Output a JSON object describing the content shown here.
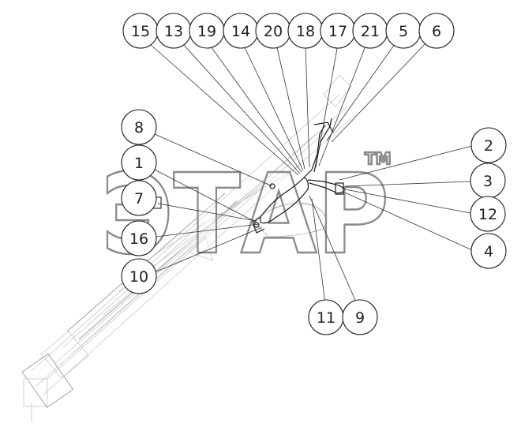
{
  "callouts": [
    {
      "id": "15",
      "label": "15"
    },
    {
      "id": "13",
      "label": "13"
    },
    {
      "id": "19",
      "label": "19"
    },
    {
      "id": "14",
      "label": "14"
    },
    {
      "id": "20",
      "label": "20"
    },
    {
      "id": "18",
      "label": "18"
    },
    {
      "id": "17",
      "label": "17"
    },
    {
      "id": "21",
      "label": "21"
    },
    {
      "id": "5",
      "label": "5"
    },
    {
      "id": "6",
      "label": "6"
    },
    {
      "id": "8",
      "label": "8"
    },
    {
      "id": "1",
      "label": "1"
    },
    {
      "id": "7",
      "label": "7"
    },
    {
      "id": "16",
      "label": "16"
    },
    {
      "id": "10",
      "label": "10"
    },
    {
      "id": "2",
      "label": "2"
    },
    {
      "id": "3",
      "label": "3"
    },
    {
      "id": "12",
      "label": "12"
    },
    {
      "id": "4",
      "label": "4"
    },
    {
      "id": "11",
      "label": "11"
    },
    {
      "id": "9",
      "label": "9"
    }
  ],
  "watermark": {
    "text": "ЭТАР",
    "trademark": "TM"
  },
  "colors": {
    "lines": "#222222",
    "drawing": "#c8c8c8",
    "watermark_outline": "#8a8a8a"
  }
}
